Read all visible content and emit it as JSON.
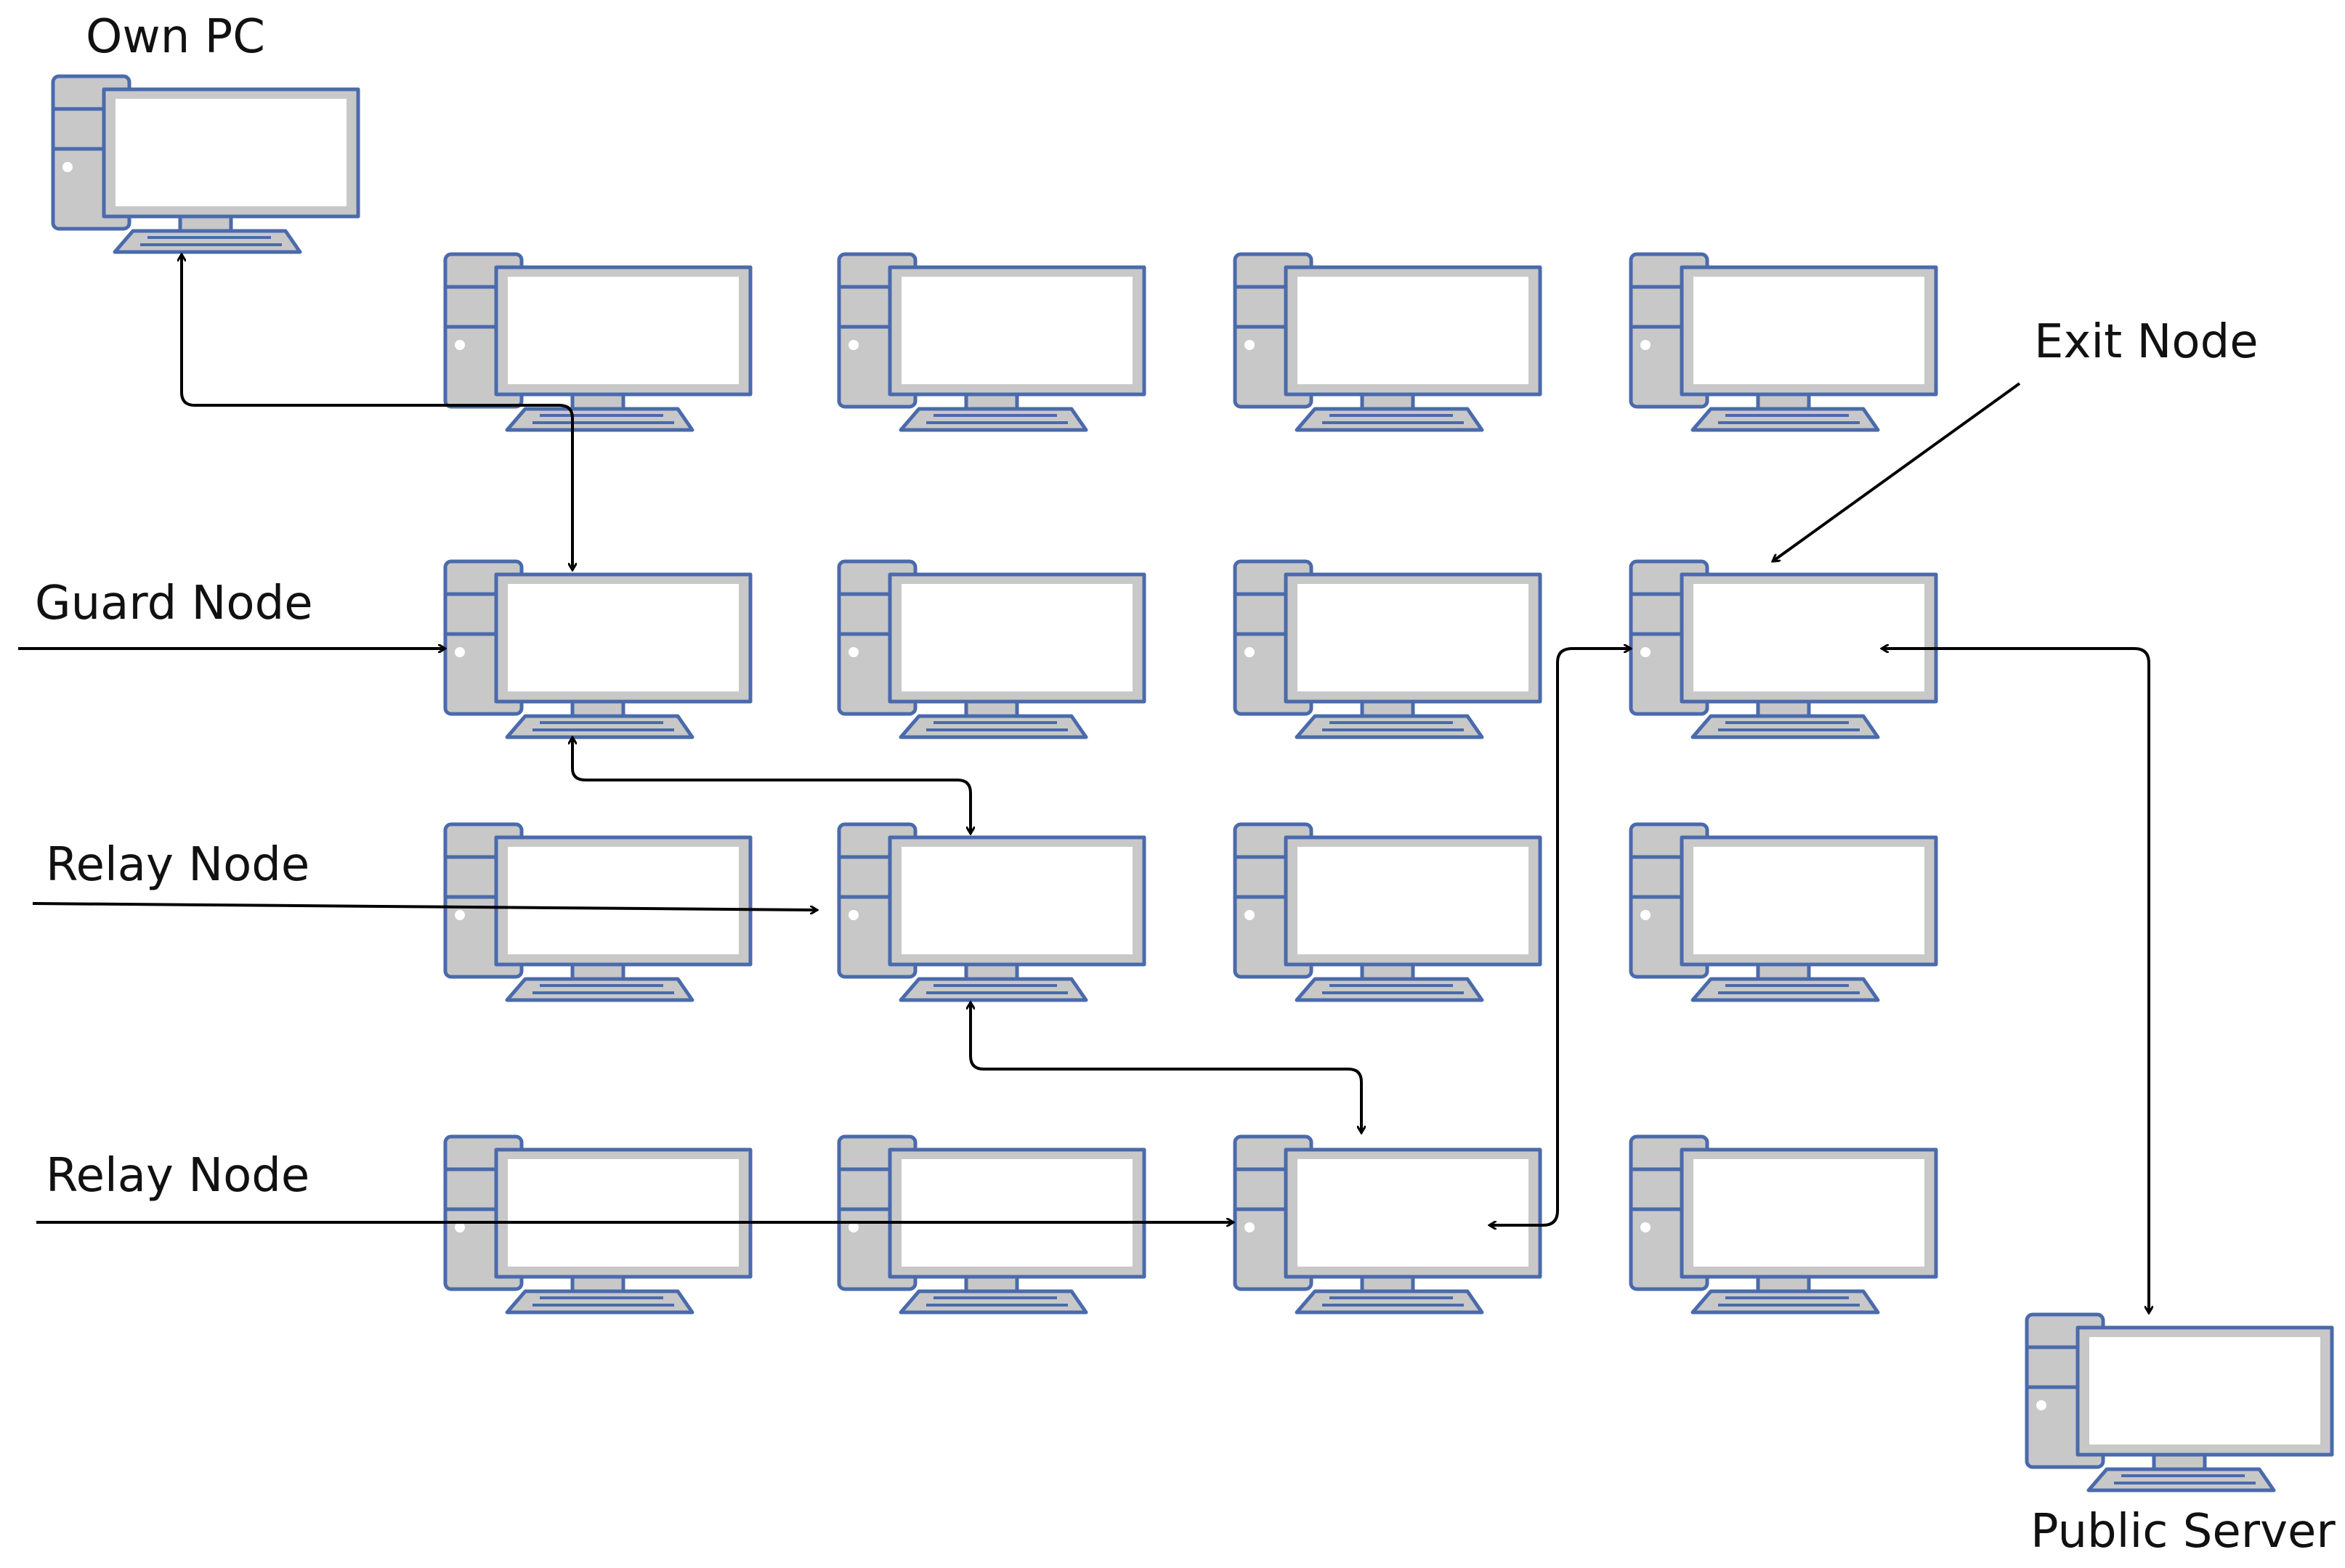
{
  "labels": {
    "own_pc": "Own PC",
    "guard_node": "Guard Node",
    "relay_node_1": "Relay Node",
    "relay_node_2": "Relay Node",
    "exit_node": "Exit Node",
    "public_server": "Public Server"
  },
  "colors": {
    "pc_fill": "#c8c8c8",
    "pc_stroke": "#4a6aab",
    "screen_fill": "#ffffff",
    "line": "#000000",
    "text": "#111111"
  },
  "icons": {
    "computer": "computer-icon"
  }
}
